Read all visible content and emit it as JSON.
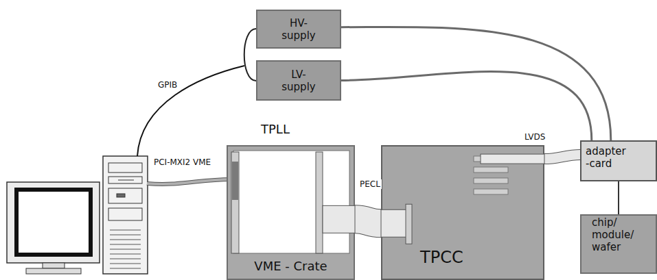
{
  "diagram": {
    "nodes": [
      {
        "text": [
          "HV- supply"
        ]
      },
      {
        "text": [
          "LV- supply"
        ]
      },
      {
        "text": [
          "TPLL",
          "VME - Crate"
        ]
      },
      {
        "text": [
          "TPCC"
        ]
      },
      {
        "text": [
          "adapter -card"
        ]
      },
      {
        "text": [
          "chip/ module/ wafer"
        ]
      }
    ],
    "edges": [
      {
        "from": 0,
        "to": 4,
        "arrow": "none"
      },
      {
        "from": 1,
        "to": 4,
        "arrow": "none"
      },
      {
        "from": 2,
        "to": 3,
        "label": "PECL",
        "arrow": "none"
      },
      {
        "from": 3,
        "to": 4,
        "label": "LVDS",
        "arrow": "none"
      },
      {
        "from": 4,
        "to": 5,
        "arrow": "none"
      }
    ],
    "labels": [
      "GPIB",
      "PCI-MXI2 VME"
    ]
  }
}
